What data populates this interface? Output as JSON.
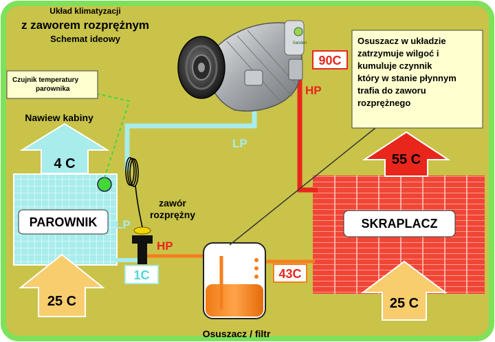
{
  "title": {
    "line1": "Układ klimatyzacji",
    "line2": "z zaworem rozprężnym",
    "line3": "Schemat ideowy"
  },
  "sensor_callout": {
    "line1": "Czujnik temperatury",
    "line2": "parownika"
  },
  "dryer_callout": {
    "line1": "Osuszacz w układzie",
    "line2": "zatrzymuje wilgoć i",
    "line3": "kumuluje czynnik",
    "line4": "który w stanie płynnym",
    "line5": "trafia do zaworu",
    "line6": "rozprężnego"
  },
  "labels": {
    "cabin_air": "Nawiew kabiny",
    "evaporator": "PAROWNIK",
    "condenser": "SKRAPLACZ",
    "valve_line1": "zawór",
    "valve_line2": "rozprężny",
    "dryer": "Osuszacz / filtr",
    "compressor_brand": "Sanden"
  },
  "pressure_labels": {
    "lp_top": "LP",
    "lp_left": "LP",
    "hp_top": "HP",
    "hp_valve": "HP"
  },
  "temperatures": {
    "cabin_out": "4 C",
    "evap_in": "25 C",
    "valve_out": "1C",
    "compressor_out": "90C",
    "condenser_out_air": "55 C",
    "condenser_in_air": "25 C",
    "dryer_line": "43C"
  },
  "colors": {
    "background": "#c9c34a",
    "frame": "#7ee15a",
    "low_pressure": "#a8ecec",
    "high_pressure_hot": "#e8261c",
    "high_pressure_liquid": "#f57f1e",
    "evaporator": "#a8ecec",
    "condenser": "#f04636",
    "warm_arrow": "#f8cd6e",
    "hot_arrow": "#e8261c"
  }
}
